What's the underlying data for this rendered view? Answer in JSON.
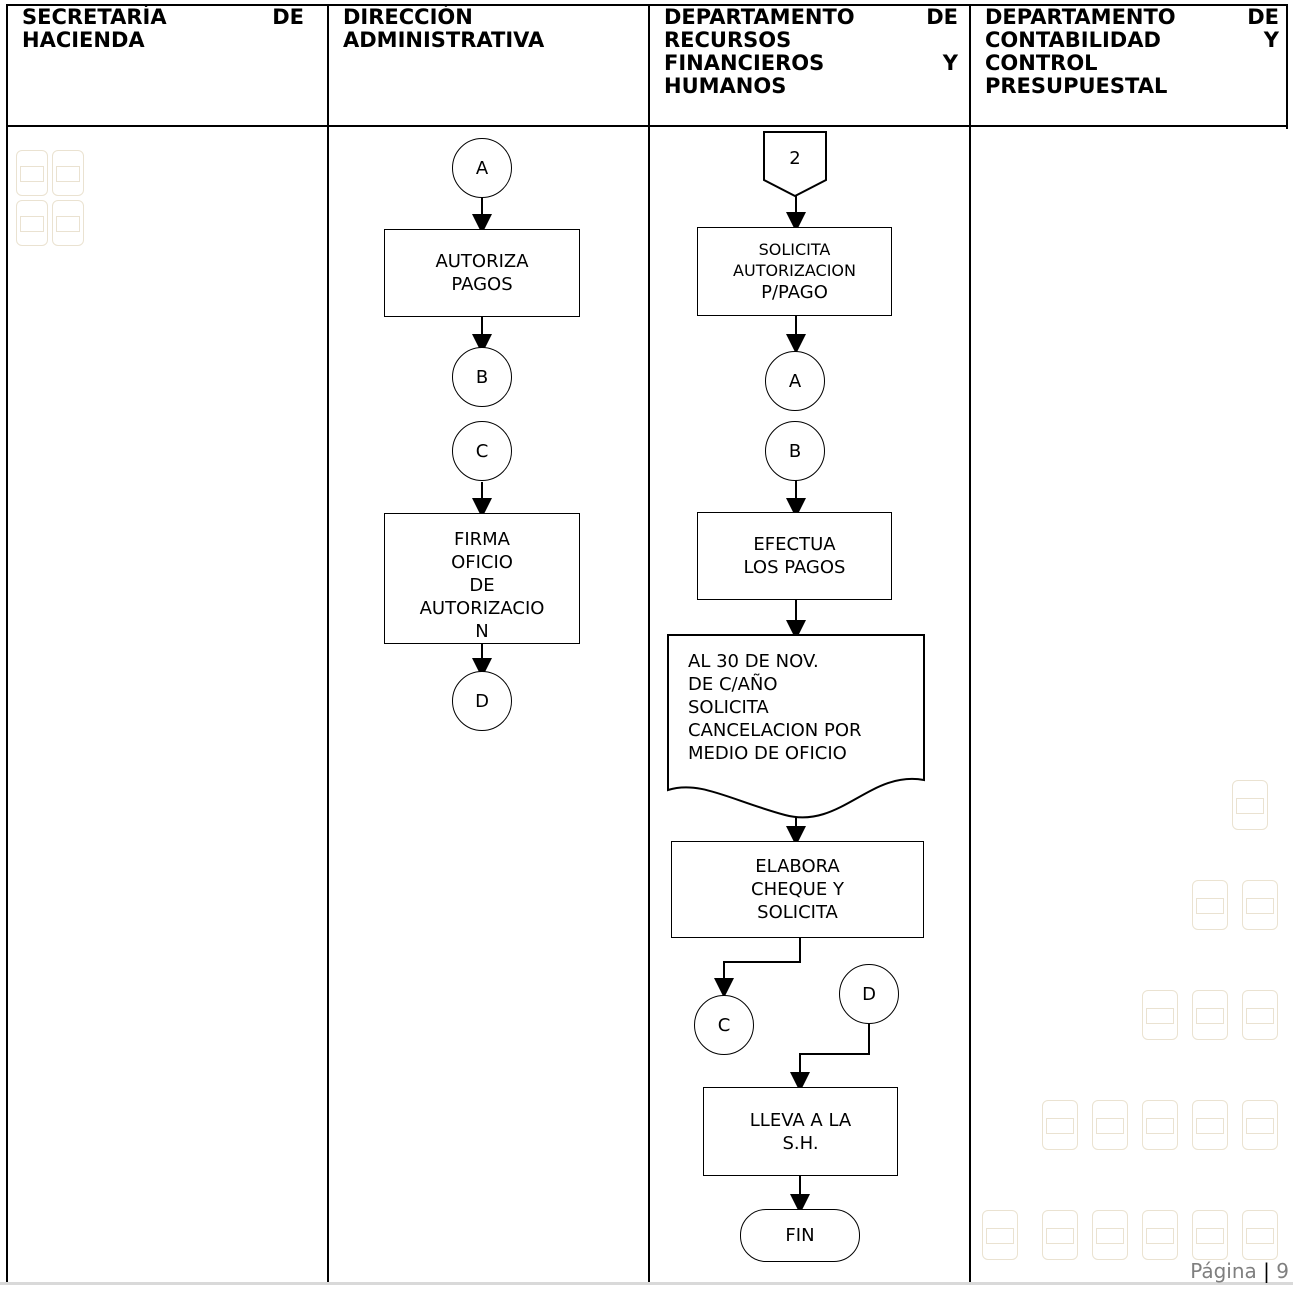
{
  "columns": [
    {
      "line1": [
        "SECRETARÍA",
        "DE"
      ],
      "line2": "HACIENDA"
    },
    {
      "line1": [
        "DIRECCIÓN"
      ],
      "line2": "ADMINISTRATIVA"
    },
    {
      "line1": [
        "DEPARTAMENTO",
        "DE"
      ],
      "line2": "RECURSOS",
      "line3": [
        "FINANCIEROS",
        "Y"
      ],
      "line4": "HUMANOS"
    },
    {
      "line1": [
        "DEPARTAMENTO",
        "DE"
      ],
      "line2": [
        "CONTABILIDAD",
        "Y"
      ],
      "line3": "CONTROL",
      "line4": "PRESUPUESTAL"
    }
  ],
  "direccion": {
    "connector_a": "A",
    "autoriza_pagos": [
      "AUTORIZA",
      "PAGOS"
    ],
    "connector_b": "B",
    "connector_c": "C",
    "firma_oficio": [
      "FIRMA",
      "OFICIO",
      "DE",
      "AUTORIZACIO",
      "N"
    ],
    "connector_d": "D"
  },
  "recursos": {
    "offpage": "2",
    "solicita": [
      "SOLICITA",
      "AUTORIZACION"
    ],
    "solicita_pago": "P/PAGO",
    "connector_a": "A",
    "connector_b": "B",
    "efectua": [
      "EFECTUA",
      "LOS PAGOS"
    ],
    "document": [
      "AL 30 DE NOV.",
      "DE C/AÑO",
      "SOLICITA",
      "CANCELACION POR",
      "MEDIO DE OFICIO"
    ],
    "elabora": [
      "ELABORA",
      "CHEQUE Y",
      "SOLICITA"
    ],
    "connector_c": "C",
    "connector_d": "D",
    "lleva": [
      "LLEVA A LA",
      "S.H."
    ],
    "fin": "FIN"
  },
  "footer": {
    "label": "Página",
    "separator": "|",
    "number": "9"
  }
}
